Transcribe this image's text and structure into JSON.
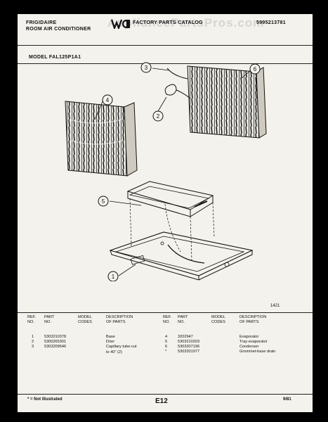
{
  "header": {
    "brand_line1": "FRIGIDAIRE",
    "brand_line2": "ROOM AIR CONDITIONER",
    "catalog_title": "FACTORY PARTS CATALOG",
    "catalog_number": "5995213781",
    "watermark": "AppliancePartsPros.com",
    "model_label": "MODEL FAL125P1A1"
  },
  "diagram": {
    "callouts": [
      "1",
      "2",
      "3",
      "4",
      "5",
      "6"
    ],
    "figure_number": "1421"
  },
  "table": {
    "headers": {
      "ref_no": "REF.\nNO.",
      "part_no": "PART\nNO.",
      "model_codes": "MODEL\nCODES",
      "description": "DESCRIPTION\nOF PARTS"
    },
    "left_rows": [
      {
        "ref": "1",
        "part": "5303210378",
        "desc": "Base"
      },
      {
        "ref": "2",
        "part": "5300265301",
        "desc": "Drier"
      },
      {
        "ref": "3",
        "part": "5303209546",
        "desc": "Capillary tube-cut"
      },
      {
        "ref": "",
        "part": "",
        "desc": "to 40\" (2)"
      }
    ],
    "right_rows": [
      {
        "ref": "4",
        "part": "3202947",
        "desc": "Evaporator"
      },
      {
        "ref": "5",
        "part": "5303210203",
        "desc": "Tray-evaporator"
      },
      {
        "ref": "6",
        "part": "5303207196",
        "desc": "Condenser"
      },
      {
        "ref": "*",
        "part": "5303201977",
        "desc": "Grommet-base drain"
      }
    ]
  },
  "footer": {
    "note": "* = Not Illustrated",
    "page_code": "E12",
    "date": "9/81"
  }
}
